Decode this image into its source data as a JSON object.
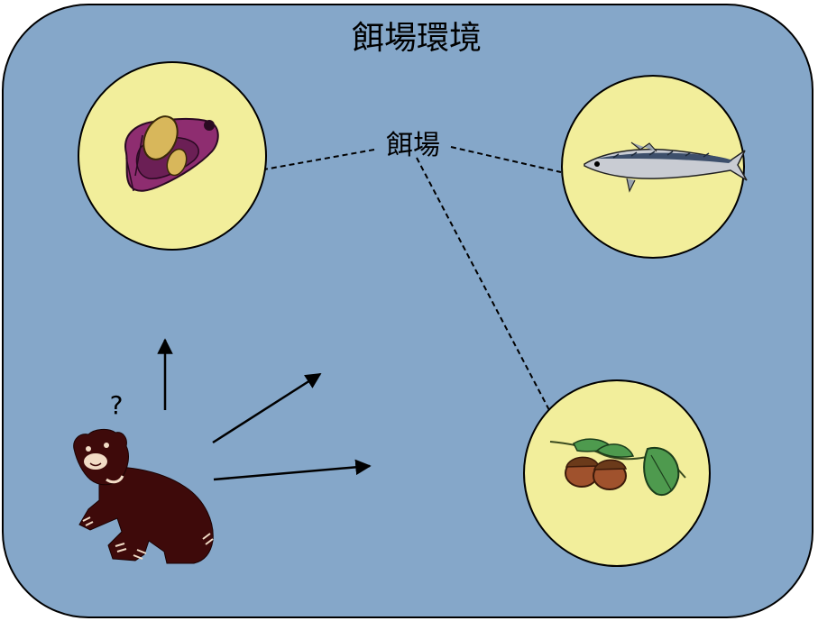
{
  "diagram": {
    "title": "餌場環境",
    "hub_label": "餌場",
    "question_mark": "?",
    "feeding_sites": [
      {
        "id": "sweet-potato",
        "icon": "sweet-potato-icon"
      },
      {
        "id": "fish",
        "icon": "mackerel-icon"
      },
      {
        "id": "acorn",
        "icon": "acorn-icon"
      }
    ],
    "agent": {
      "icon": "bear-icon"
    },
    "colors": {
      "environment_fill": "#85a7c9",
      "site_fill": "#f2ee9b",
      "outline": "#000000",
      "bear": "#3e0a0a",
      "potato_skin": "#8e2d70",
      "potato_flesh": "#d8b75b",
      "fish_body": "#c9ccd3",
      "leaf": "#4e9a4e",
      "acorn": "#a0522d"
    }
  }
}
